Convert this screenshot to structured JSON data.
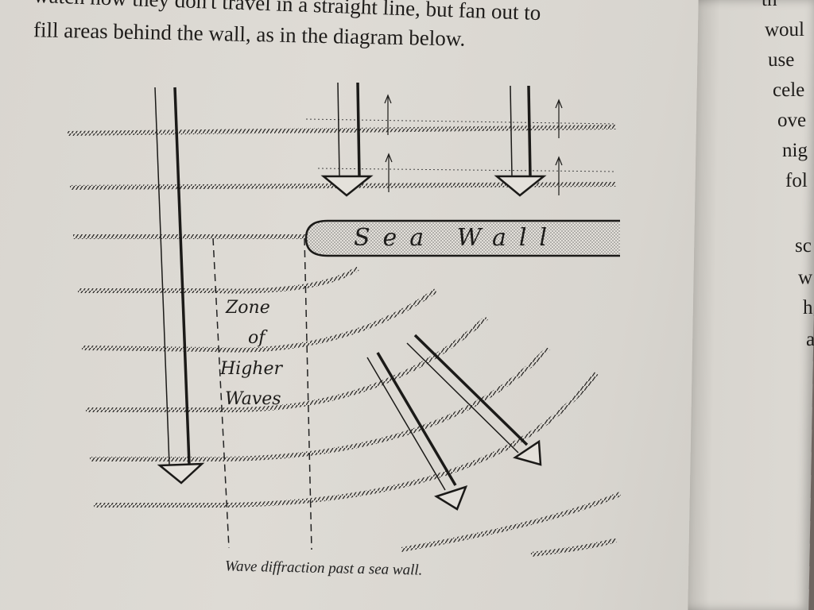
{
  "text_lines": [
    "watch how they don't travel in a straight line, but fan out to",
    "fill areas behind the wall, as in the diagram below."
  ],
  "right_page_fragments": [
    "th",
    "woul",
    "use",
    "cele",
    "ove",
    "nig",
    "fol",
    "sc",
    "w",
    "h",
    "a"
  ],
  "diagram": {
    "sea_wall_label": "Sea Wall",
    "zone_label_lines": [
      "Zone",
      "of",
      "Higher",
      "Waves"
    ]
  },
  "caption": "Wave diffraction past a sea wall."
}
